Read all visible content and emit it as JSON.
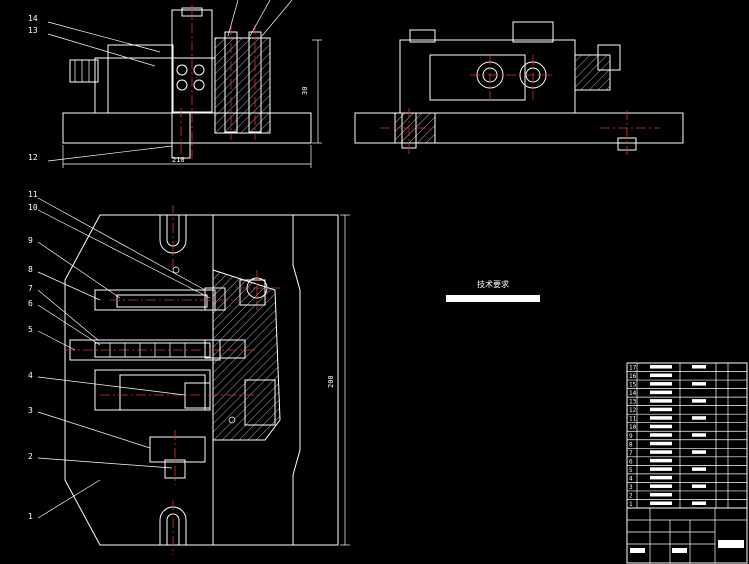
{
  "front_view": {
    "labels": [
      "14",
      "13",
      "12"
    ],
    "dim_height": "30",
    "dim_width": "210"
  },
  "plan_view": {
    "labels": [
      "11",
      "10",
      "9",
      "8",
      "7",
      "6",
      "5",
      "4",
      "3",
      "2",
      "1"
    ],
    "dim_height": "200"
  },
  "tech_requirements": {
    "title": "技术要求"
  },
  "parts_table": {
    "row_numbers": [
      "17",
      "16",
      "15",
      "14",
      "13",
      "12",
      "11",
      "10",
      "9",
      "8",
      "7",
      "6",
      "5",
      "4",
      "3",
      "2",
      "1"
    ]
  },
  "colors": {
    "background": "#000000",
    "line": "#ffffff",
    "centerline": "#e03030"
  }
}
